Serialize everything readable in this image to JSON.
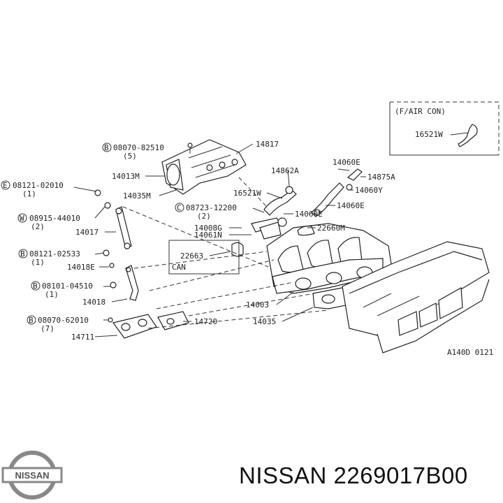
{
  "inset_title": "(F/AIR CON)",
  "labels": {
    "l08070_82510": "08070-82510",
    "l08070_82510_qty": "(5)",
    "l14817": "14817",
    "l14013M": "14013M",
    "l14035M": "14035M",
    "l14862A": "14862A",
    "l14060E_top": "14060E",
    "l14875A": "14875A",
    "l16521W": "16521W",
    "l14060Y": "14060Y",
    "l14060E_mid": "14060E",
    "l08723_12200": "08723-12200",
    "l08723_qty": "(2)",
    "l14060E_low": "14060E",
    "l08121_02010": "08121-02010",
    "l08121_02010_qty": "(1)",
    "l08915_44010": "08915-44010",
    "l08915_qty": "(2)",
    "l14017": "14017",
    "l14008G": "14008G",
    "l22660M": "22660M",
    "l14061N": "14061N",
    "l22663": "22663",
    "l_can": "CAN",
    "l08121_02533": "08121-02533",
    "l08121_02533_qty": "(1)",
    "l14018E": "14018E",
    "l08101_04510": "08101-04510",
    "l08101_qty": "(1)",
    "l14018": "14018",
    "l14003": "14003",
    "l14035": "14035",
    "l08070_62010": "08070-62010",
    "l08070_62010_qty": "(7)",
    "l14720": "14720",
    "l14711": "14711",
    "l16521W_inset": "16521W",
    "ref": "A140D 0121"
  },
  "circle_letters": {
    "c1": "B",
    "c2": "E",
    "c3": "W",
    "c4": "C",
    "c5": "B",
    "c6": "B",
    "c7": "B"
  },
  "logo_text": "NISSAN",
  "brand_caption": "NISSAN 2269017B00"
}
